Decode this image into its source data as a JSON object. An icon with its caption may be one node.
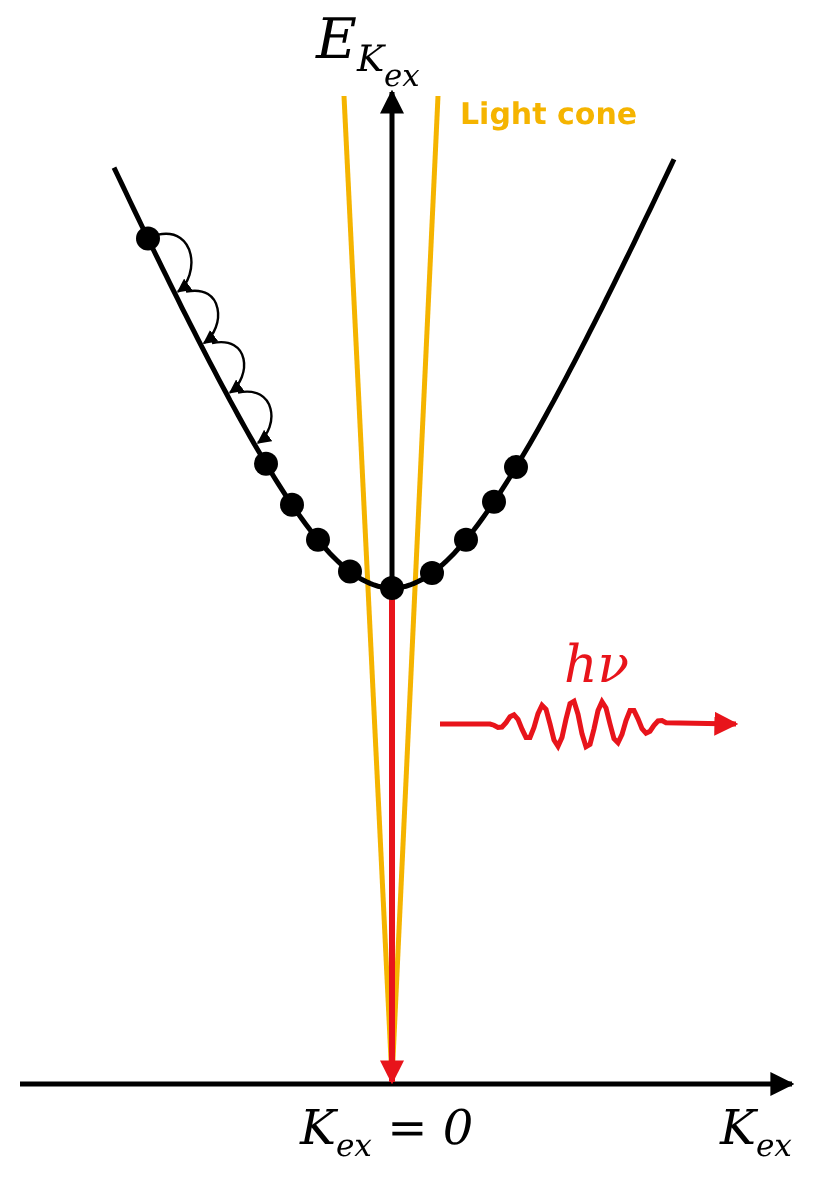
{
  "diagram": {
    "labels": [
      "E$_{K}$$_{ex}$",
      "Light cone",
      "hν",
      "K$_{ex}$ = 0",
      "K$_{ex}$"
    ]
  }
}
